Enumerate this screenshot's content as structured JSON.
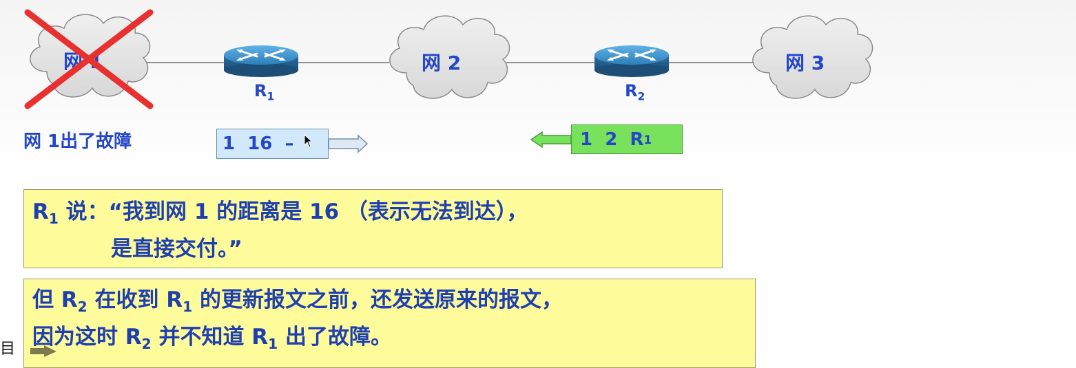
{
  "diagram": {
    "networks": [
      {
        "id": "net1",
        "label": "网 1",
        "failed": true
      },
      {
        "id": "net2",
        "label": "网 2",
        "failed": false
      },
      {
        "id": "net3",
        "label": "网 3",
        "failed": false
      }
    ],
    "routers": [
      {
        "id": "r1",
        "label": "R",
        "sub": "1"
      },
      {
        "id": "r2",
        "label": "R",
        "sub": "2"
      }
    ],
    "fault_label": "网 1出了故障",
    "messages": {
      "r1_text": "1  16  –",
      "r2_text": "1  2  R",
      "r2_sub": "1"
    }
  },
  "notes": {
    "note1": {
      "r_label": "R",
      "r_sub": "1",
      "line1_rest": " 说：“我到网 1 的距离是 16 （表示无法到达），",
      "line2": "是直接交付。”"
    },
    "note2": {
      "line1_a": "但 R",
      "line1_a_sub": "2",
      "line1_b": " 在收到 R",
      "line1_b_sub": "1",
      "line1_c": " 的更新报文之前，还发送原来的报文，",
      "line2_a": "因为这时  R",
      "line2_a_sub": "2",
      "line2_b": " 并不知道  R",
      "line2_b_sub": "1",
      "line2_c": " 出了故障。"
    },
    "corner_glyph": "目"
  },
  "colors": {
    "text_blue": "#2447c8",
    "note_yellow": "#fdfb9a",
    "r1_msg_bg": "#d2e9fb",
    "r2_msg_bg": "#78e25c",
    "cross_red": "#e8312f",
    "router_blue": "#2f7fb8"
  }
}
